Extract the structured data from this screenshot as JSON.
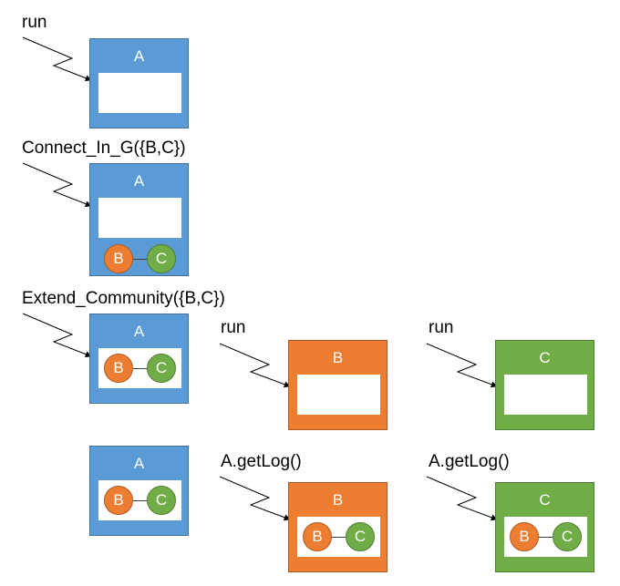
{
  "labels": {
    "run_1": "run",
    "connect": "Connect_In_G({B,C})",
    "extend": "Extend_Community({B,C})",
    "run_b": "run",
    "run_c": "run",
    "getlog_b": "A.getLog()",
    "getlog_c": "A.getLog()"
  },
  "boxes": {
    "a1": "A",
    "a2": "A",
    "a3": "A",
    "a4": "A",
    "b1": "B",
    "b2": "B",
    "c1": "C",
    "c2": "C"
  },
  "nodes": {
    "b": "B",
    "c": "C"
  },
  "colors": {
    "a_box": "#5b9bd5",
    "b_box": "#ed7d31",
    "c_box": "#70ad47"
  }
}
